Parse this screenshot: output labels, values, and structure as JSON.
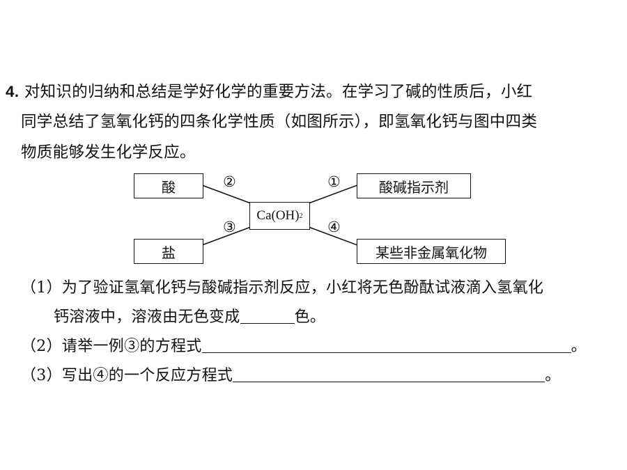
{
  "question": {
    "number": "4.",
    "stem_lines": [
      "对知识的归纳和总结是学好化学的重要方法。在学习了碱的性质后，小红",
      "同学总结了氢氧化钙的四条化学性质（如图所示），即氢氧化钙与图中四类",
      "物质能够发生化学反应。"
    ]
  },
  "diagram": {
    "center_prefix": "Ca(OH)",
    "center_subscript": "2",
    "left_top": "酸",
    "left_bottom": "盐",
    "right_top": "酸碱指示剂",
    "right_bottom": "某些非金属氧化物",
    "marks": [
      "①",
      "②",
      "③",
      "④"
    ]
  },
  "sub_questions": {
    "q1_line1": "（1）为了验证氢氧化钙与酸碱指示剂反应，小红将无色酚酞试液滴入氢氧化",
    "q1_line2_prefix": "钙溶液中，溶液由无色变成",
    "q1_line2_suffix": "色。",
    "q2_prefix": "（2）请举一例③的方程式",
    "q2_suffix": "。",
    "q3_prefix": "（3）写出④的一个反应方程式",
    "q3_suffix": "。"
  }
}
